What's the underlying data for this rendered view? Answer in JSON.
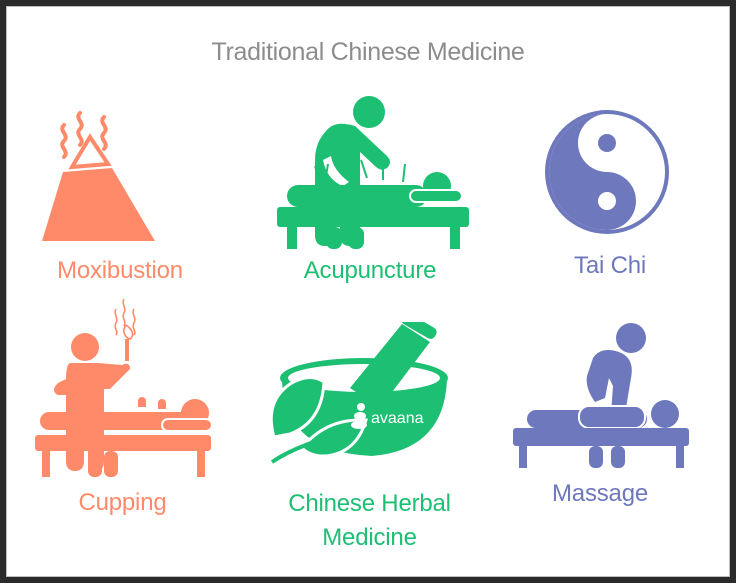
{
  "title": "Traditional Chinese Medicine",
  "colors": {
    "coral": "#ff8a6a",
    "green": "#1dbf73",
    "purple": "#6d78bd",
    "title_gray": "#8c8c8c",
    "frame": "#2b2b2b"
  },
  "items": [
    {
      "label": "Moxibustion",
      "icon": "moxibustion-cone-icon",
      "color": "coral"
    },
    {
      "label": "Acupuncture",
      "icon": "acupuncture-treatment-icon",
      "color": "green"
    },
    {
      "label": "Tai Chi",
      "icon": "yin-yang-icon",
      "color": "purple"
    },
    {
      "label": "Cupping",
      "icon": "cupping-treatment-icon",
      "color": "coral"
    },
    {
      "label_line1": "Chinese Herbal",
      "label_line2": "Medicine",
      "icon": "mortar-pestle-herbs-icon",
      "color": "green",
      "brand_text": "avaana"
    },
    {
      "label": "Massage",
      "icon": "massage-treatment-icon",
      "color": "purple"
    }
  ]
}
